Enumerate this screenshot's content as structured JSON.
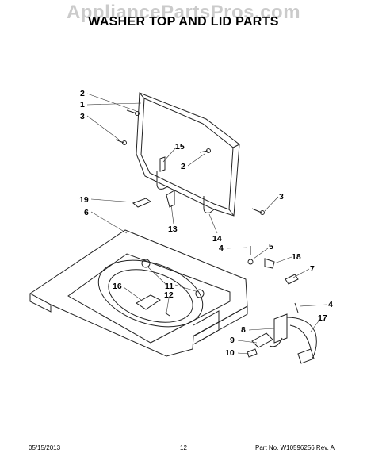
{
  "watermark": "AppliancePartsPros.com",
  "title": "WASHER TOP AND LID PARTS",
  "callouts": [
    "2",
    "1",
    "3",
    "15",
    "2",
    "19",
    "6",
    "13",
    "14",
    "3",
    "4",
    "5",
    "18",
    "7",
    "16",
    "11",
    "12",
    "4",
    "8",
    "17",
    "9",
    "10"
  ],
  "footer": {
    "date": "05/15/2013",
    "page": "12",
    "part_info": "Part No. W10596256  Rev. A"
  }
}
